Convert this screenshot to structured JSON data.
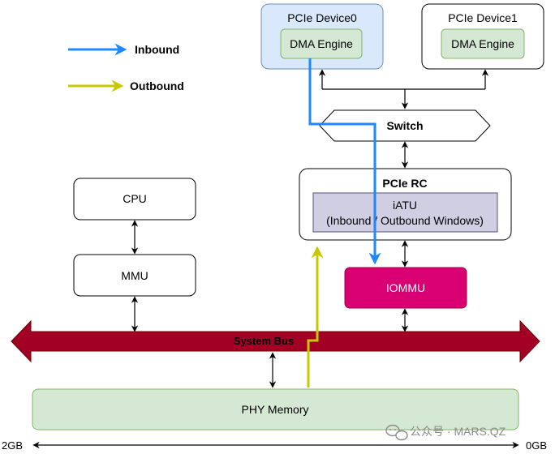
{
  "legend": {
    "inbound_label": "Inbound",
    "outbound_label": "Outbound",
    "inbound_color": "#1e88ff",
    "outbound_color": "#c8c800"
  },
  "blocks": {
    "device0_title": "PCIe Device0",
    "device0_dma": "DMA Engine",
    "device1_title": "PCIe Device1",
    "device1_dma": "DMA Engine",
    "switch_label": "Switch",
    "pcie_rc_title": "PCIe RC",
    "iatu_line1": "iATU",
    "iatu_line2": "(Inbound / Outbound Windows)",
    "iommu_label": "IOMMU",
    "cpu_label": "CPU",
    "mmu_label": "MMU",
    "system_bus_label": "System Bus",
    "phy_memory_label": "PHY Memory"
  },
  "address_range": {
    "left_label": "2GB",
    "right_label": "0GB"
  },
  "watermark": "公众号 · MARS.QZ",
  "colors": {
    "device0_fill": "#dae8fc",
    "dma_fill": "#d5e8d4",
    "iatu_fill": "#d0cee2",
    "iommu_fill": "#d80073",
    "bus_fill": "#a20025",
    "phy_fill": "#d5e8d4"
  }
}
